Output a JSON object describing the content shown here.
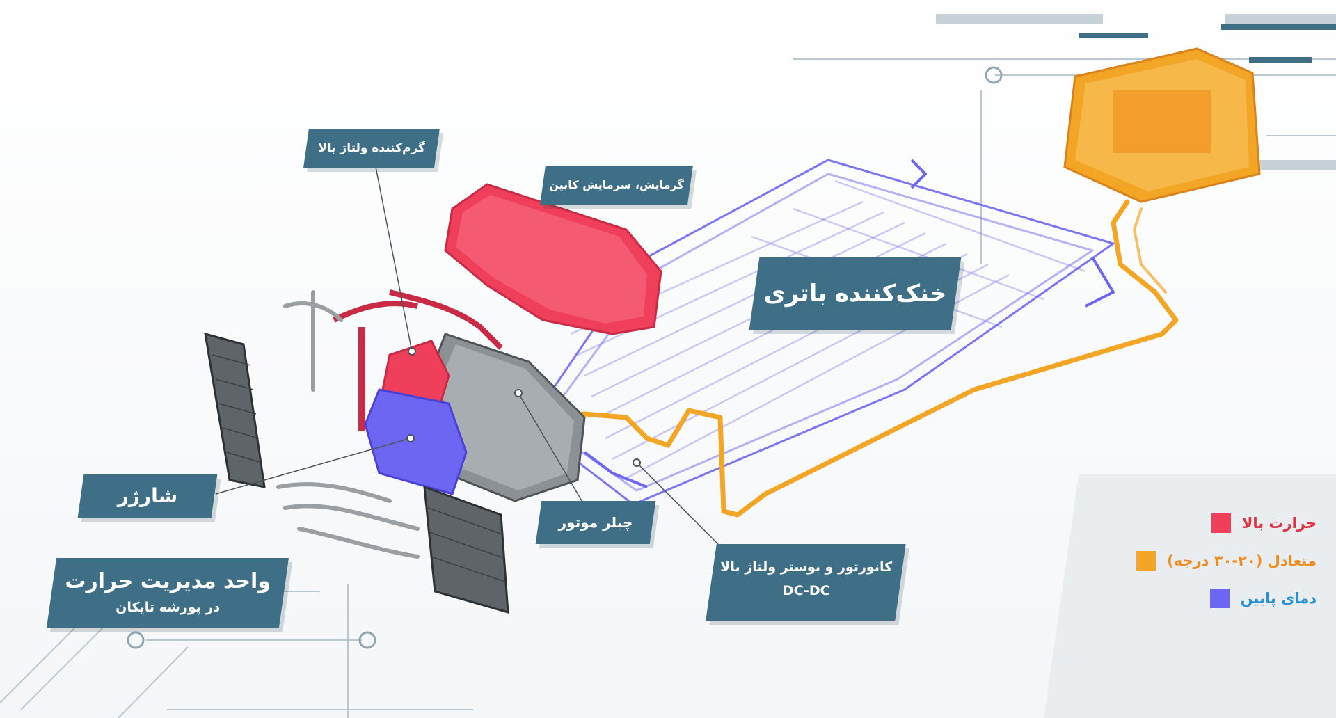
{
  "colors": {
    "high": "#ef3f5a",
    "medium": "#f3a526",
    "low": "#6d66f2",
    "callout": "#3f6f86"
  },
  "callouts": {
    "heater": "گرم‌کننده ولتاژ بالا",
    "cabin": "گرمایش، سرمایش کابین",
    "battery": "خنک‌کننده باتری",
    "charger": "شارژر",
    "chiller": "چیلر موتور",
    "dcdc_line1": "کانورتور و بوستر ولتاژ بالا",
    "dcdc_line2": "DC-DC",
    "tmu_line1": "واحد مدیریت حرارت",
    "tmu_line2": "در پورشه تایکان"
  },
  "legend": [
    {
      "label": "حرارت بالا",
      "color": "#ef3f5a",
      "text_color": "#e2323f"
    },
    {
      "label": "متعادل (۲۰-۳۰ درجه)",
      "color": "#f3a526",
      "text_color": "#f08a1a"
    },
    {
      "label": "دمای پایین",
      "color": "#6d66f2",
      "text_color": "#2b8fd6"
    }
  ]
}
